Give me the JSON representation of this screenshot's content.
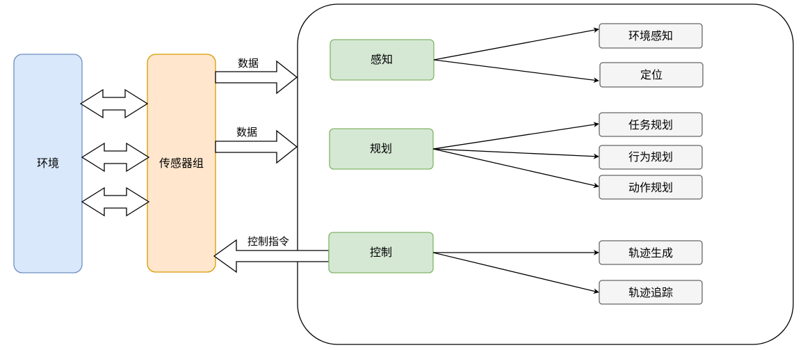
{
  "nodes": {
    "environment": "环境",
    "sensor_group": "传感器组",
    "perception": "感知",
    "planning": "规划",
    "control": "控制",
    "env_perception": "环境感知",
    "localization": "定位",
    "task_planning": "任务规划",
    "behavior_planning": "行为规划",
    "motion_planning": "动作规划",
    "trajectory_generation": "轨迹生成",
    "trajectory_tracking": "轨迹追踪"
  },
  "edge_labels": {
    "data_upper": "数据",
    "data_lower": "数据",
    "control_command": "控制指令"
  },
  "colors": {
    "environment_fill": "#dae8fc",
    "environment_stroke": "#6c8ebf",
    "sensor_fill": "#ffe6cc",
    "sensor_stroke": "#d79b00",
    "module_fill": "#d5e8d4",
    "module_stroke": "#82b366",
    "output_fill": "#f5f5f5",
    "output_stroke": "#666666",
    "line": "#000000"
  }
}
